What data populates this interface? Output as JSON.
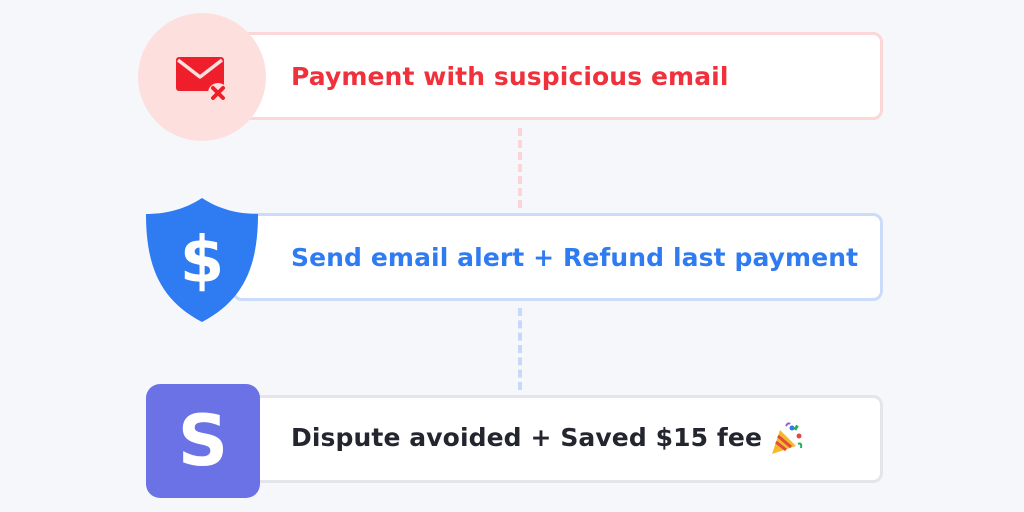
{
  "steps": [
    {
      "label": "Payment with suspicious email",
      "icon": "mail-error-icon",
      "color": "#f0313c"
    },
    {
      "label": "Send email alert + Refund last payment",
      "icon": "dollar-shield-icon",
      "color": "#2f7bf2"
    },
    {
      "label": "Dispute avoided + Saved $15 fee",
      "icon": "stripe-logo",
      "logo_text": "S",
      "trailing_icon": "party-popper-icon",
      "color": "#23252f"
    }
  ],
  "colors": {
    "background": "#f6f7fb",
    "red": "#f0313c",
    "blue": "#2f7bf2",
    "stripe_purple": "#6b72e6"
  }
}
